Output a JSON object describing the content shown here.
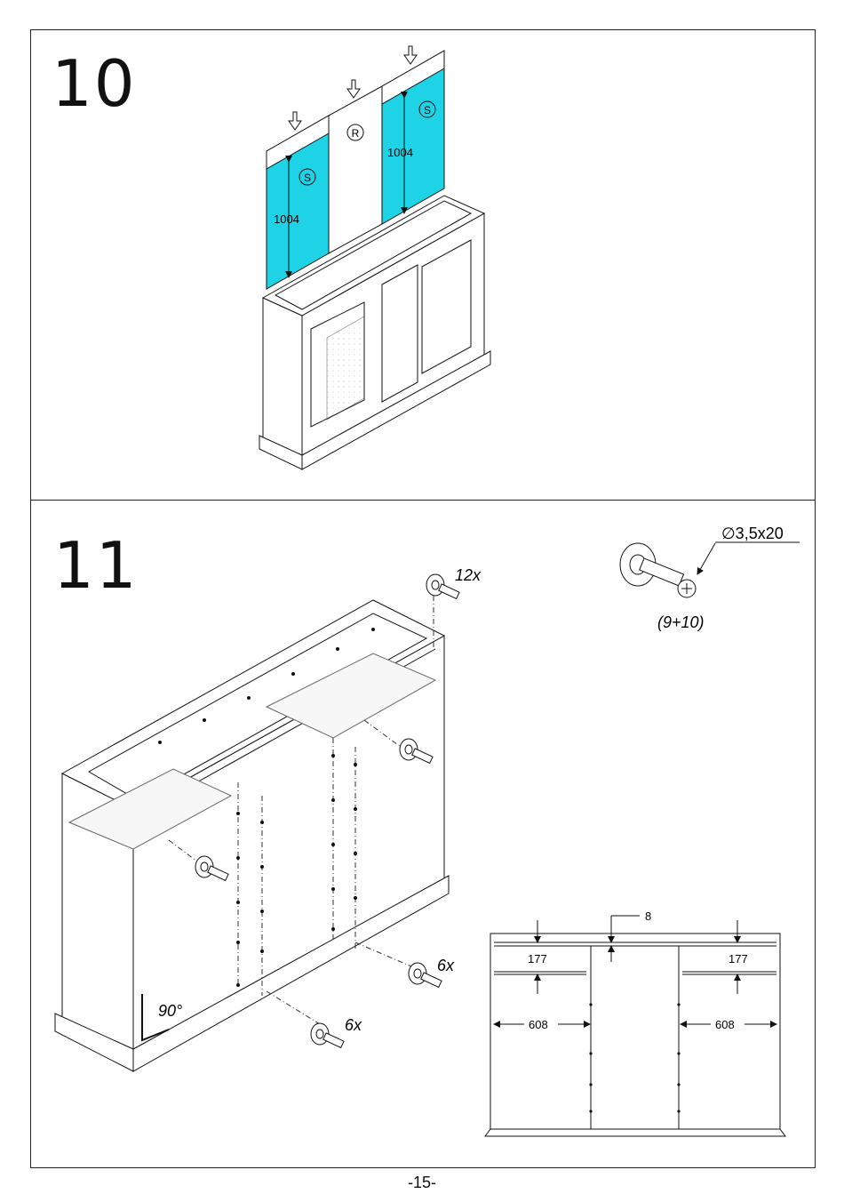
{
  "steps": [
    {
      "number": "10",
      "panels": [
        {
          "letter": "S",
          "dimension": "1004",
          "color": "#1fd3e6"
        },
        {
          "letter": "R"
        },
        {
          "letter": "S",
          "dimension": "1004",
          "color": "#1fd3e6"
        }
      ]
    },
    {
      "number": "11",
      "screw": {
        "size": "∅3,5x20",
        "parts": "(9+10)"
      },
      "quantities": [
        "12x",
        "6x",
        "6x"
      ],
      "angle": "90°",
      "dims": {
        "gap": "8",
        "height_left": "177",
        "height_right": "177",
        "width_left": "608",
        "width_right": "608"
      }
    }
  ],
  "page_number": "-15-"
}
